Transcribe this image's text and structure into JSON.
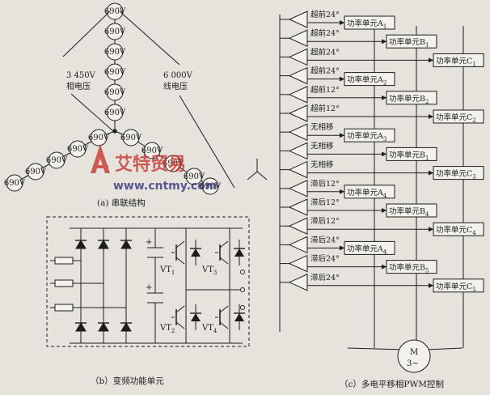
{
  "part_a": {
    "cell_label": "690V",
    "phase_voltage_value": "3 450V",
    "phase_voltage_name": "相电压",
    "line_voltage_value": "6 000V",
    "line_voltage_name": "线电压",
    "caption": "(a) 串联结构"
  },
  "part_b": {
    "caption": "（b）变频功能单元",
    "vt_labels": [
      "VT",
      "VT",
      "VT",
      "VT"
    ],
    "vt_subscripts": [
      "1",
      "2",
      "3",
      "4"
    ],
    "cap_plus": "+"
  },
  "part_c": {
    "caption": "（c）多电平移相PWM控制",
    "motor_label": "M",
    "motor_sub": "3~",
    "module_prefix": "功率单元",
    "rows": [
      {
        "phase": "超前24°",
        "letter": "A",
        "sub": "1"
      },
      {
        "phase": "超前24°",
        "letter": "B",
        "sub": "1"
      },
      {
        "phase": "超前24°",
        "letter": "C",
        "sub": "1"
      },
      {
        "phase": "超前24°",
        "letter": "A",
        "sub": "2"
      },
      {
        "phase": "超前12°",
        "letter": "B",
        "sub": "2"
      },
      {
        "phase": "超前12°",
        "letter": "C",
        "sub": "2"
      },
      {
        "phase": "无相移",
        "letter": "A",
        "sub": "3"
      },
      {
        "phase": "无相移",
        "letter": "B",
        "sub": "1"
      },
      {
        "phase": "无相移",
        "letter": "C",
        "sub": "3"
      },
      {
        "phase": "滞后12°",
        "letter": "A",
        "sub": "4"
      },
      {
        "phase": "滞后12°",
        "letter": "B",
        "sub": "4"
      },
      {
        "phase": "滞后12°",
        "letter": "C",
        "sub": "4"
      },
      {
        "phase": "滞后24°",
        "letter": "A",
        "sub": "4"
      },
      {
        "phase": "滞后24°",
        "letter": "B",
        "sub": "5"
      },
      {
        "phase": "滞后24°",
        "letter": "C",
        "sub": "5"
      }
    ]
  },
  "watermark": {
    "brand": "艾特贸易",
    "site": "www.cntmy.com"
  }
}
